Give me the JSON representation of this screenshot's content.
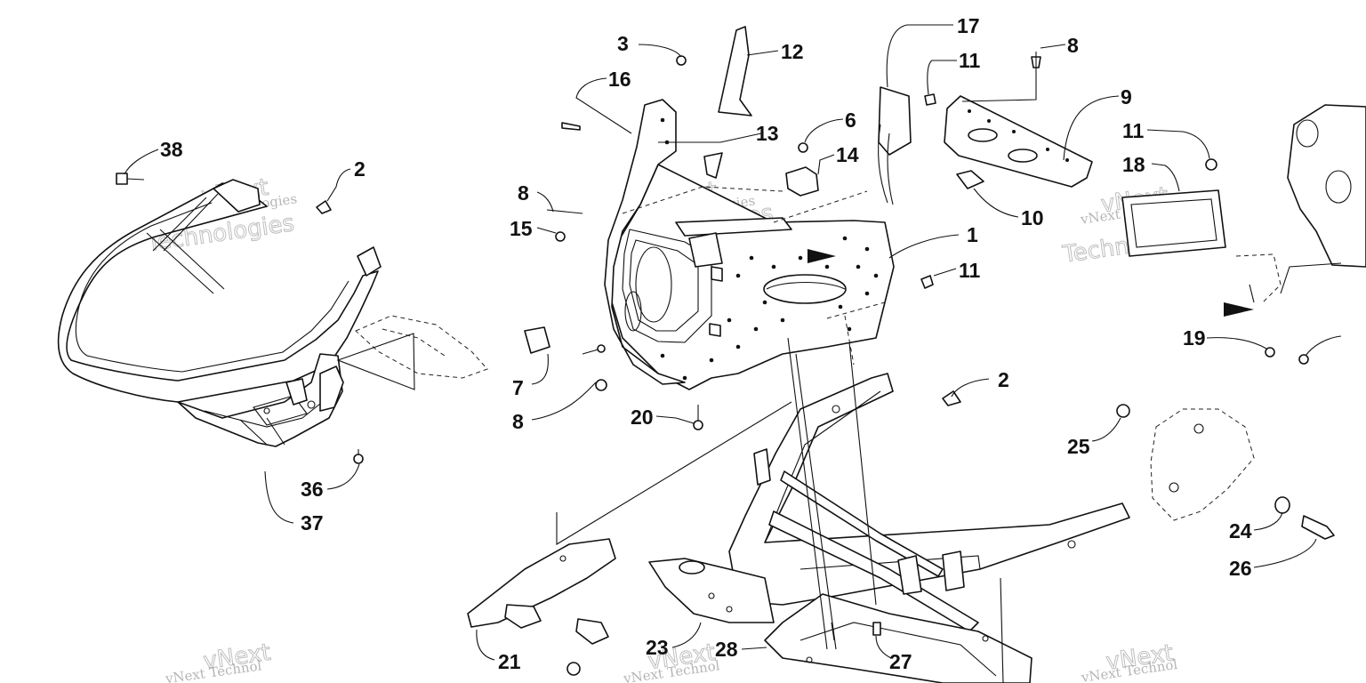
{
  "callouts": [
    {
      "id": "c3",
      "label": "3"
    },
    {
      "id": "c12",
      "label": "12"
    },
    {
      "id": "c16",
      "label": "16"
    },
    {
      "id": "c17",
      "label": "17"
    },
    {
      "id": "c11a",
      "label": "11"
    },
    {
      "id": "c8a",
      "label": "8"
    },
    {
      "id": "c9",
      "label": "9"
    },
    {
      "id": "c11b",
      "label": "11"
    },
    {
      "id": "c18",
      "label": "18"
    },
    {
      "id": "c38",
      "label": "38"
    },
    {
      "id": "c2a",
      "label": "2"
    },
    {
      "id": "c13",
      "label": "13"
    },
    {
      "id": "c6",
      "label": "6"
    },
    {
      "id": "c14",
      "label": "14"
    },
    {
      "id": "c8b",
      "label": "8"
    },
    {
      "id": "c15",
      "label": "15"
    },
    {
      "id": "c1",
      "label": "1"
    },
    {
      "id": "c10",
      "label": "10"
    },
    {
      "id": "c11c",
      "label": "11"
    },
    {
      "id": "c7",
      "label": "7"
    },
    {
      "id": "c8c",
      "label": "8"
    },
    {
      "id": "c20",
      "label": "20"
    },
    {
      "id": "c2b",
      "label": "2"
    },
    {
      "id": "c19",
      "label": "19"
    },
    {
      "id": "c25",
      "label": "25"
    },
    {
      "id": "c36",
      "label": "36"
    },
    {
      "id": "c37",
      "label": "37"
    },
    {
      "id": "c24",
      "label": "24"
    },
    {
      "id": "c26",
      "label": "26"
    },
    {
      "id": "c21",
      "label": "21"
    },
    {
      "id": "c23",
      "label": "23"
    },
    {
      "id": "c28",
      "label": "28"
    },
    {
      "id": "c27",
      "label": "27"
    }
  ],
  "watermark": {
    "line1": "vNext Technologies",
    "line2": "vNext",
    "line3": "Technologies",
    "partial": "vNext Technol"
  },
  "colors": {
    "ink": "#111111",
    "background": "#ffffff",
    "watermark": "#8a8a8a"
  }
}
